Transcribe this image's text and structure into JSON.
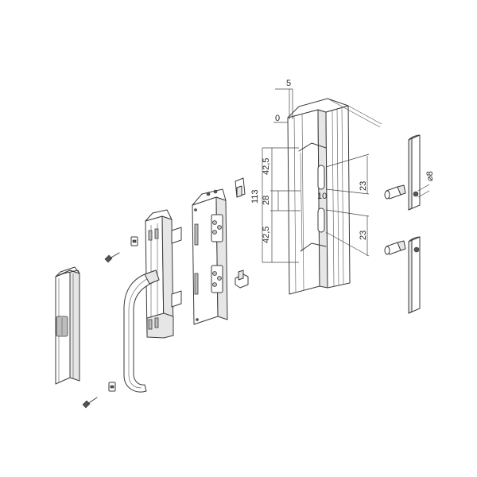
{
  "diagram": {
    "type": "exploded-view technical drawing",
    "subject": "door lock handle assembly with profile frame",
    "dimensions": {
      "offset_top": "5",
      "offset_zero": "0",
      "upper_spacing": "42,5",
      "middle_spacing": "28",
      "lower_spacing": "42,5",
      "total_height": "113",
      "slot_upper": "23",
      "slot_lower": "23",
      "slot_width": "10",
      "pin_diameter": "⌀8"
    },
    "components": [
      {
        "id": "cover-profile",
        "label": "U-cover profile with slot"
      },
      {
        "id": "screw-top",
        "label": "screw"
      },
      {
        "id": "screw-bottom",
        "label": "screw"
      },
      {
        "id": "nut-top",
        "label": "square nut"
      },
      {
        "id": "nut-bottom",
        "label": "square nut"
      },
      {
        "id": "handle",
        "label": "lever handle"
      },
      {
        "id": "handle-base",
        "label": "handle base plate"
      },
      {
        "id": "lock-case",
        "label": "lock case"
      },
      {
        "id": "clip-top",
        "label": "clip"
      },
      {
        "id": "clip-bottom",
        "label": "clip"
      },
      {
        "id": "door-profile",
        "label": "door frame profile"
      },
      {
        "id": "pin-top",
        "label": "roller pin"
      },
      {
        "id": "pin-bottom",
        "label": "roller pin"
      },
      {
        "id": "strike-top",
        "label": "strike plate"
      },
      {
        "id": "strike-bottom",
        "label": "strike plate"
      }
    ]
  }
}
